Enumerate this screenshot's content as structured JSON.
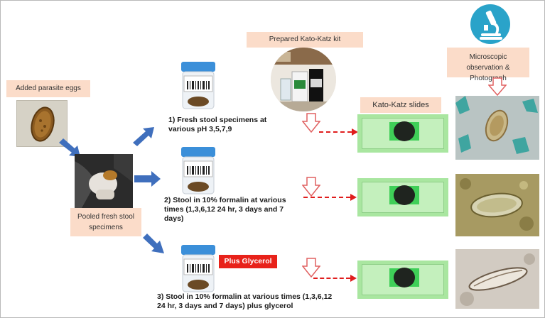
{
  "labels": {
    "added_eggs": "Added parasite eggs",
    "pooled": "Pooled fresh stool specimens",
    "kit": "Prepared Kato-Katz kit",
    "slides": "Kato-Katz slides",
    "microscopy": "Microscopic observation & Photograph",
    "glycerol": "Plus Glycerol"
  },
  "steps": [
    {
      "text": "1)  Fresh stool specimens at various pH 3,5,7,9"
    },
    {
      "text": "2) Stool  in 10% formalin  at various times  (1,3,6,12 24 hr, 3 days and 7 days)"
    },
    {
      "text": "3) Stool  in 10% formalin  at various times (1,3,6,12 24 hr, 3 days and 7 days) plus glycerol"
    }
  ],
  "colors": {
    "label_bg": "#fbdcc9",
    "blue_arrow": "#3f6fbd",
    "red_arrow": "#e01d1d",
    "slide_green": "#a9e6a0",
    "microscope_icon": "#2aa3c9",
    "glycerol_badge": "#e8221a"
  },
  "icons": [
    "microscope-icon",
    "egg-image",
    "pooling-photo",
    "stool-jar",
    "kato-katz-kit-photo",
    "kato-katz-slide",
    "micrograph"
  ]
}
